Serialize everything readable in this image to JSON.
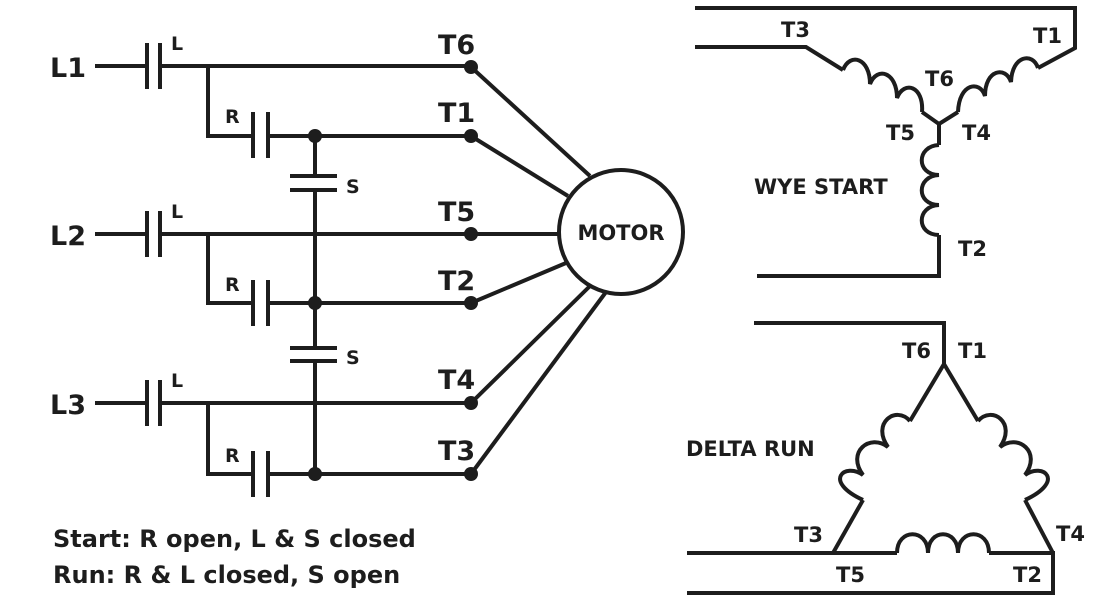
{
  "colors": {
    "ink": "#1d1d1d",
    "background": "#ffffff"
  },
  "lines": [
    {
      "id": "L1",
      "label": "L1",
      "line_contactor": "L",
      "run_contactor": "R",
      "terminals": [
        "T6",
        "T1"
      ]
    },
    {
      "id": "L2",
      "label": "L2",
      "line_contactor": "L",
      "run_contactor": "R",
      "terminals": [
        "T5",
        "T2"
      ]
    },
    {
      "id": "L3",
      "label": "L3",
      "line_contactor": "L",
      "run_contactor": "R",
      "terminals": [
        "T4",
        "T3"
      ]
    }
  ],
  "start_contactors": [
    "S",
    "S"
  ],
  "motor": {
    "label": "MOTOR"
  },
  "notes": {
    "start": "Start: R open, L & S closed",
    "run": "Run: R  & L closed, S open"
  },
  "wye": {
    "title": "WYE START",
    "terminals": {
      "t1": "T1",
      "t2": "T2",
      "t3": "T3",
      "t4": "T4",
      "t5": "T5",
      "t6": "T6"
    }
  },
  "delta": {
    "title": "DELTA RUN",
    "terminals": {
      "t1": "T1",
      "t2": "T2",
      "t3": "T3",
      "t4": "T4",
      "t5": "T5",
      "t6": "T6"
    }
  }
}
